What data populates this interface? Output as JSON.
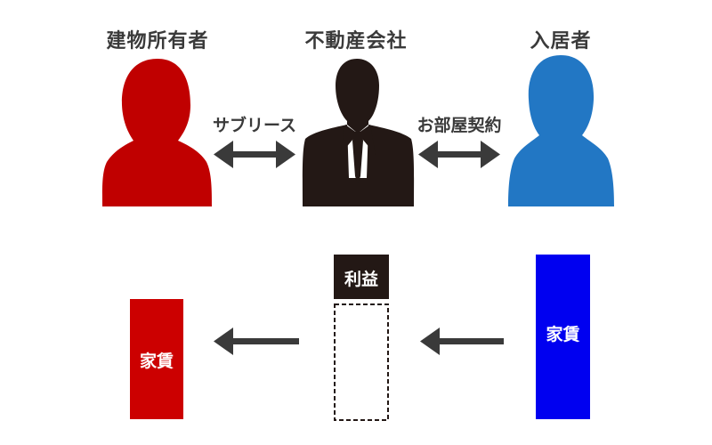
{
  "roles": {
    "owner": "建物所有者",
    "company": "不動産会社",
    "tenant": "入居者"
  },
  "links": {
    "owner_company": "サブリース",
    "company_tenant": "お部屋契約"
  },
  "boxes": {
    "owner_rent": "家賃",
    "profit": "利益",
    "tenant_rent": "家賃"
  },
  "colors": {
    "owner": "#c00000",
    "company": "#231815",
    "tenant": "#2277c4",
    "owner_rent_box": "#cc0000",
    "tenant_rent_box": "#0000f0",
    "profit_box": "#231815",
    "arrow": "#3a3a3a"
  },
  "icons": {
    "owner": "person-silhouette-icon",
    "company": "businessman-silhouette-icon",
    "tenant": "person-silhouette-icon"
  }
}
